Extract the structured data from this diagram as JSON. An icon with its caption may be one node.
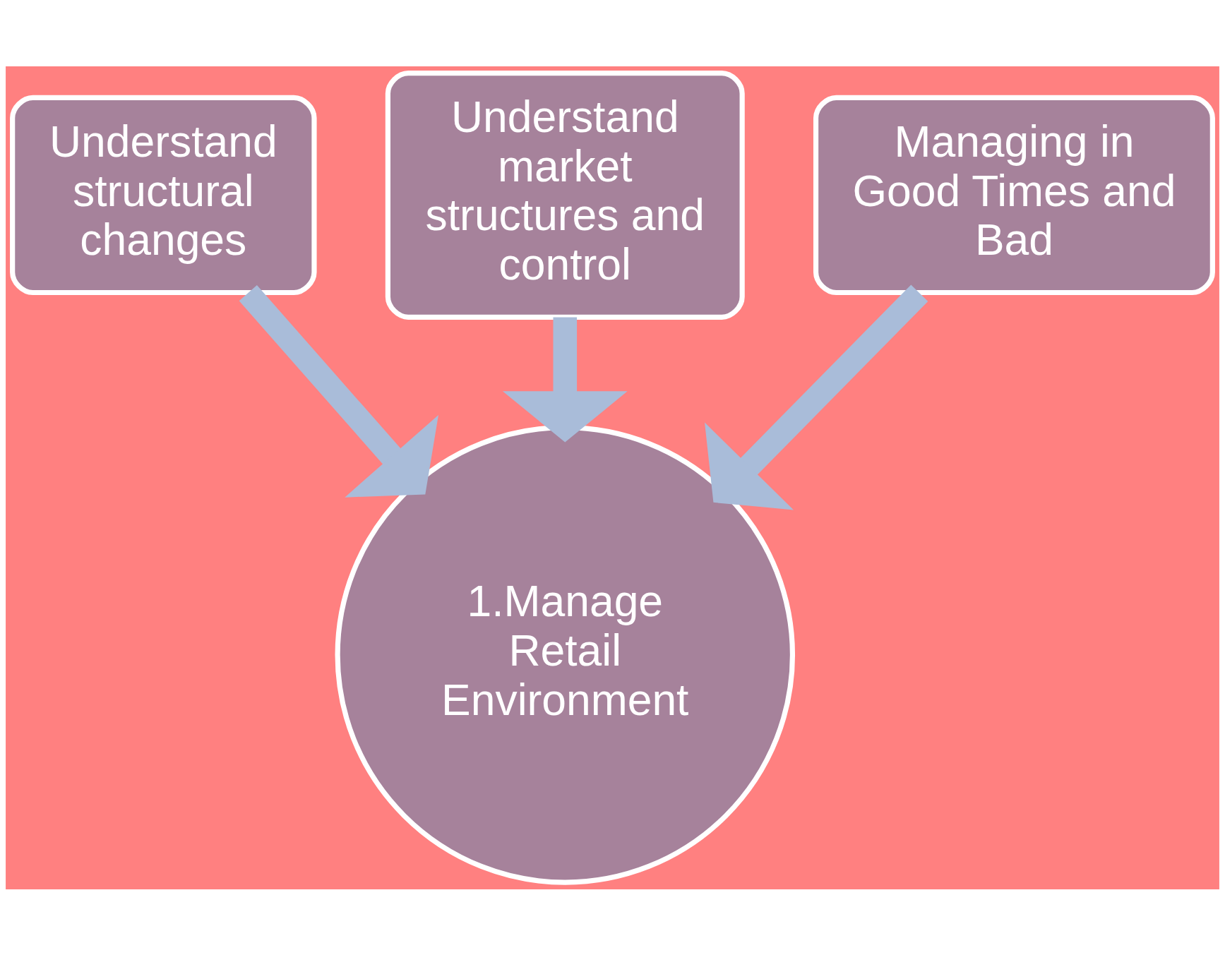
{
  "diagram": {
    "nodes": [
      {
        "text": [
          "Understand market structures and control"
        ]
      },
      {
        "text": [
          "Understand structural changes"
        ]
      },
      {
        "text": [
          "Managing in Good Times and Bad"
        ]
      },
      {
        "text": [
          "1.Manage Retail Environment"
        ]
      }
    ],
    "edges": [
      {
        "from": 1,
        "to": 3,
        "arrow": "to"
      },
      {
        "from": 0,
        "to": 3,
        "arrow": "to"
      },
      {
        "from": 2,
        "to": 3,
        "arrow": "to"
      }
    ]
  }
}
